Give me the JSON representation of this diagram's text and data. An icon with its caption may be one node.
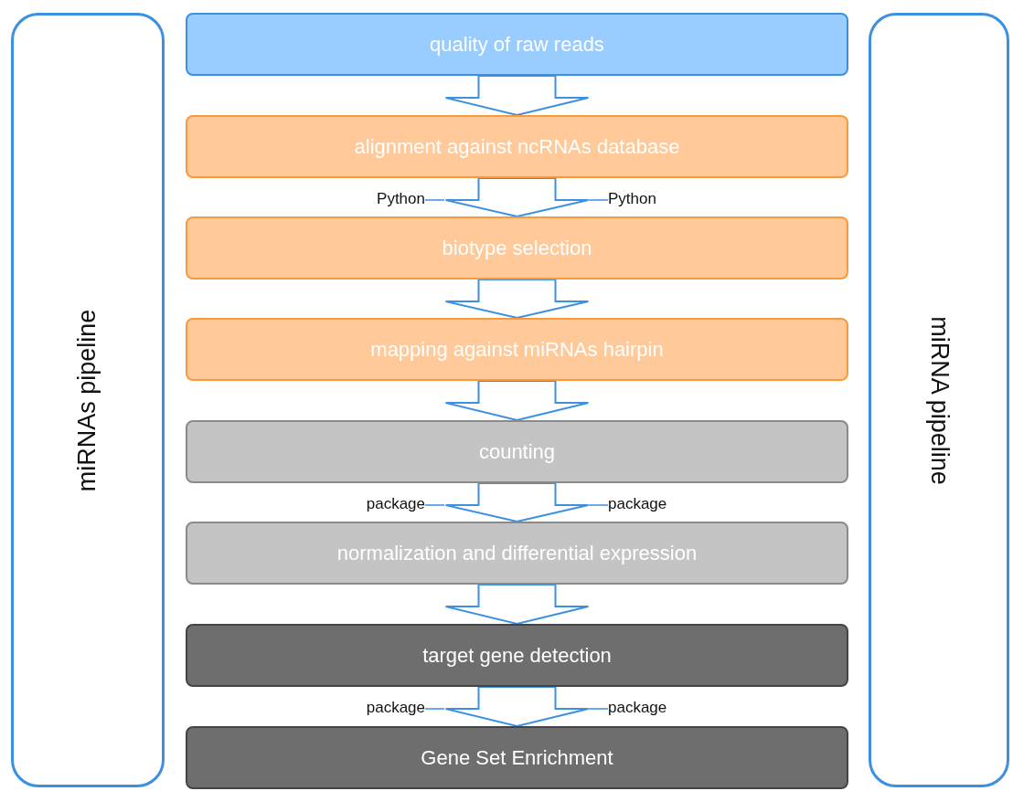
{
  "diagram": {
    "nodes": [
      {
        "text": [
          "miRNAs pipeline"
        ]
      },
      {
        "text": [
          "miRNA pipeline"
        ]
      },
      {
        "text": [
          "quality of raw reads"
        ]
      },
      {
        "text": [
          "alignment against ncRNAs database"
        ]
      },
      {
        "text": [
          "biotype selection"
        ]
      },
      {
        "text": [
          "mapping against miRNAs hairpin"
        ]
      },
      {
        "text": [
          "counting"
        ]
      },
      {
        "text": [
          "normalization and differential expression"
        ]
      },
      {
        "text": [
          "target gene detection"
        ]
      },
      {
        "text": [
          "Gene Set Enrichment"
        ]
      },
      {
        "text": [
          "Python"
        ]
      },
      {
        "text": [
          "Python"
        ]
      },
      {
        "text": [
          "package"
        ]
      },
      {
        "text": [
          "package"
        ]
      },
      {
        "text": [
          "package"
        ]
      },
      {
        "text": [
          "package"
        ]
      }
    ],
    "edges": [
      {
        "from": 2,
        "to": 3,
        "arrow": "to"
      },
      {
        "from": 3,
        "to": 4,
        "arrow": "to"
      },
      {
        "from": 4,
        "to": 5,
        "arrow": "to"
      },
      {
        "from": 5,
        "to": 6,
        "arrow": "to"
      },
      {
        "from": 6,
        "to": 7,
        "arrow": "to"
      },
      {
        "from": 7,
        "to": 8,
        "arrow": "to"
      },
      {
        "from": 8,
        "to": 9,
        "arrow": "to"
      },
      {
        "from": 10,
        "to": null,
        "arrow": "none"
      },
      {
        "from": 11,
        "to": null,
        "arrow": "none"
      },
      {
        "from": 12,
        "to": null,
        "arrow": "none"
      },
      {
        "from": 13,
        "to": null,
        "arrow": "none"
      },
      {
        "from": 14,
        "to": null,
        "arrow": "none"
      },
      {
        "from": 15,
        "to": null,
        "arrow": "none"
      }
    ]
  }
}
